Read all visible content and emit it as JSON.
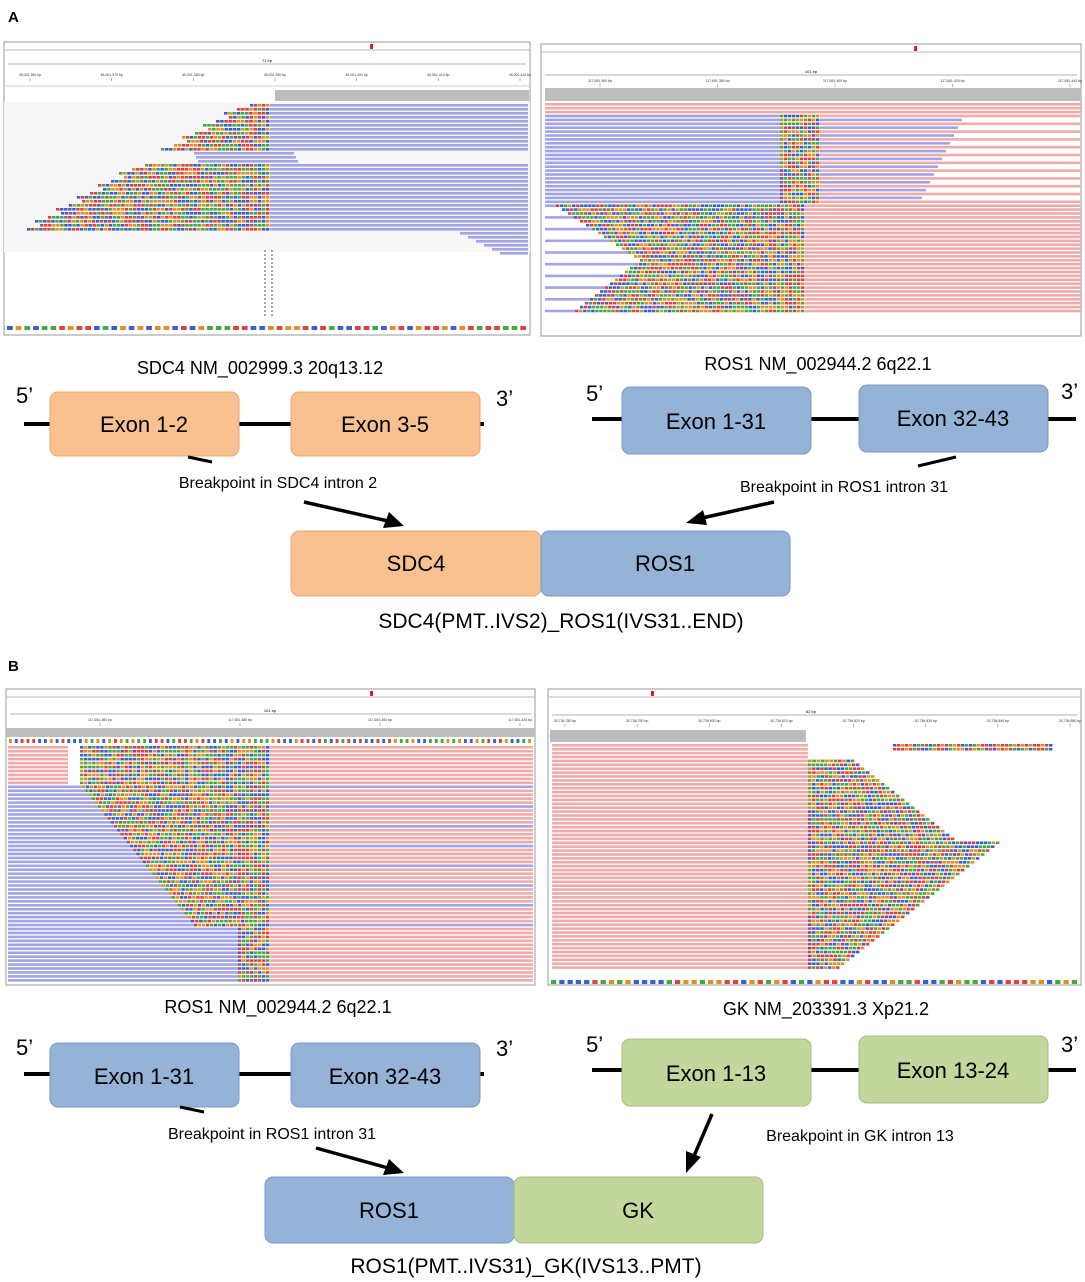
{
  "colors": {
    "read_blue": "#a3a3e8",
    "read_red": "#f1aaaa",
    "coverage": "#bdbdbd",
    "exon_orange": "#f9c18f",
    "exon_orange_border": "#e8a873",
    "exon_blue": "#95b3d7",
    "exon_blue_border": "#7a9bc4",
    "exon_green": "#c3d69b",
    "exon_green_border": "#a5bd7a",
    "base_a": "#44a844",
    "base_c": "#3a5fd0",
    "base_g": "#e09020",
    "base_t": "#e04040"
  },
  "panels": {
    "A": {
      "label": "A",
      "left": {
        "igv": {
          "scale_label": "71 bp",
          "ticks": [
            "45,001,360 bp",
            "45,001,370 bp",
            "45,001,380 bp",
            "45,001,390 bp",
            "45,001,400 bp",
            "45,001,410 bp",
            "45,001,420 bp"
          ]
        },
        "gene_label": "SDC4  NM_002999.3   20q13.12",
        "prime5": "5’",
        "prime3": "3’",
        "exon1": "Exon 1-2",
        "exon2": "Exon 3-5",
        "breakpoint": "Breakpoint in SDC4 intron 2"
      },
      "right": {
        "igv": {
          "scale_label": "101 bp",
          "ticks": [
            "117,651,360 bp",
            "117,651,380 bp",
            "117,651,400 bp",
            "117,651,420 bp",
            "117,651,440 bp"
          ]
        },
        "gene_label": "ROS1   NM_002944.2   6q22.1",
        "prime5": "5’",
        "prime3": "3’",
        "exon1": "Exon 1-31",
        "exon2": "Exon 32-43",
        "breakpoint": "Breakpoint in ROS1 intron 31"
      },
      "fusion_left": "SDC4",
      "fusion_right": "ROS1",
      "fusion_label": "SDC4(PMT..IVS2)_ROS1(IVS31..END)"
    },
    "B": {
      "label": "B",
      "left": {
        "igv": {
          "scale_label": "101 bp",
          "ticks": [
            "117,651,360 bp",
            "117,651,380 bp",
            "117,651,400 bp",
            "117,651,420 bp"
          ]
        },
        "gene_label": "ROS1   NM_002944.2   6q22.1",
        "prime5": "5’",
        "prime3": "3’",
        "exon1": "Exon 1-31",
        "exon2": "Exon 32-43",
        "breakpoint": "Breakpoint in ROS1 intron 31"
      },
      "right": {
        "igv": {
          "scale_label": "82 bp",
          "ticks": [
            "30,736,780 bp",
            "30,736,790 bp",
            "30,736,800 bp",
            "30,736,810 bp",
            "30,736,820 bp",
            "30,736,830 bp",
            "30,736,840 bp",
            "30,736,850 bp"
          ]
        },
        "gene_label": "GK   NM_203391.3    Xp21.2",
        "prime5": "5’",
        "prime3": "3’",
        "exon1": "Exon 1-13",
        "exon2": "Exon 13-24",
        "breakpoint": "Breakpoint in GK intron 13"
      },
      "fusion_left": "ROS1",
      "fusion_right": "GK",
      "fusion_label": "ROS1(PMT..IVS31)_GK(IVS13..PMT)"
    }
  }
}
